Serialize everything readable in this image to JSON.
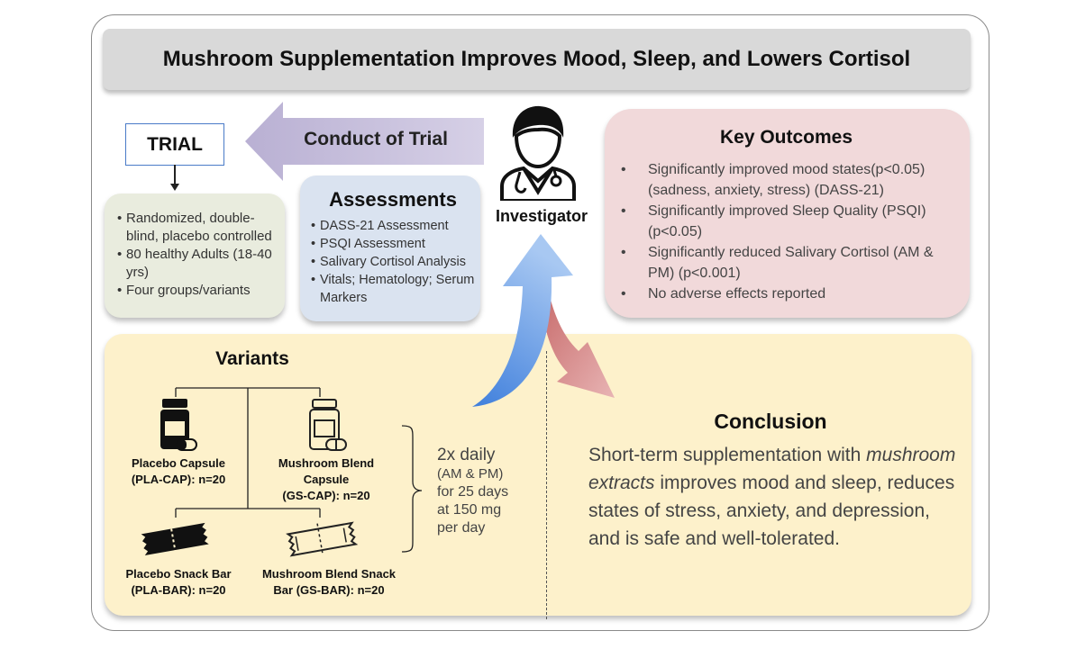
{
  "title": "Mushroom Supplementation Improves Mood, Sleep, and Lowers Cortisol",
  "trial": {
    "label": "TRIAL",
    "conduct_label": "Conduct of Trial",
    "design_items": [
      "Randomized, double-blind, placebo controlled",
      "80 healthy Adults (18-40 yrs)",
      "Four groups/variants"
    ]
  },
  "assessments": {
    "title": "Assessments",
    "items": [
      "DASS-21 Assessment",
      "PSQI Assessment",
      "Salivary Cortisol Analysis",
      "Vitals; Hematology; Serum Markers"
    ]
  },
  "investigator": {
    "label": "Investigator",
    "icon": "doctor-icon"
  },
  "key_outcomes": {
    "title": "Key Outcomes",
    "items": [
      "Significantly improved mood states(p<0.05) (sadness, anxiety, stress) (DASS-21)",
      "Significantly improved Sleep Quality (PSQI) (p<0.05)",
      "Significantly reduced Salivary Cortisol (AM & PM) (p<0.001)",
      "No adverse effects reported"
    ]
  },
  "variants": {
    "title": "Variants",
    "items": [
      {
        "name": "Placebo Capsule",
        "code": "(PLA-CAP): n=20",
        "icon": "capsule-bottle-filled-icon"
      },
      {
        "name": "Mushroom Blend Capsule",
        "code": "(GS-CAP): n=20",
        "icon": "capsule-bottle-outline-icon"
      },
      {
        "name": "Placebo Snack Bar",
        "code": "(PLA-BAR): n=20",
        "icon": "snack-bar-filled-icon"
      },
      {
        "name": "Mushroom Blend Snack",
        "code": "Bar (GS-BAR): n=20",
        "icon": "snack-bar-outline-icon"
      }
    ],
    "dose": {
      "line1": "2x daily",
      "line2": "(AM & PM)",
      "line3": "for 25 days",
      "line4": "at 150 mg",
      "line5": "per day"
    }
  },
  "conclusion": {
    "title": "Conclusion",
    "text_before": "Short-term supplementation with ",
    "text_emphasis": "mushroom extracts",
    "text_after": " improves mood and sleep, reduces states of stress, anxiety, and depression, and is safe and well-tolerated."
  },
  "colors": {
    "title_bg": "#d9d9d9",
    "design_bg": "#e9ecde",
    "assess_bg": "#dae3f0",
    "outcomes_bg": "#f1d9da",
    "bottom_bg": "#fdf1cb",
    "arrow_purple": "#c9c2dc",
    "arrow_blue": "#6f9fe6",
    "arrow_red": "#d99a9a"
  }
}
